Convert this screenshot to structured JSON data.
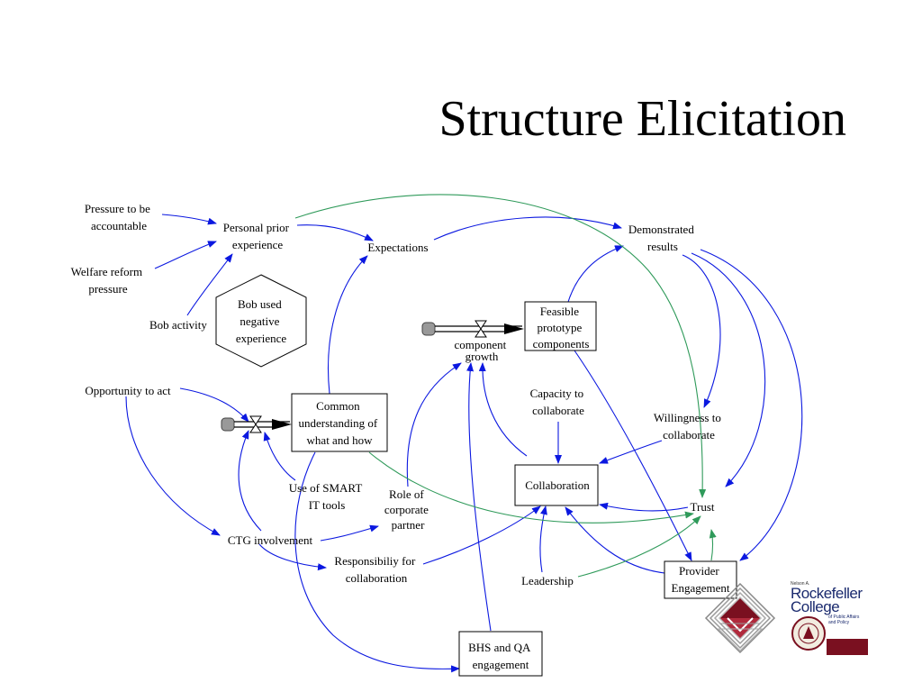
{
  "slide": {
    "title": "Structure Elicitation"
  },
  "nodes": {
    "pressure_accountable": [
      "Pressure to be",
      "accountable"
    ],
    "welfare_reform": [
      "Welfare reform",
      "pressure"
    ],
    "bob_activity": "Bob activity",
    "personal_prior": [
      "Personal prior",
      "experience"
    ],
    "bob_used": [
      "Bob used",
      "negative",
      "experience"
    ],
    "expectations": "Expectations",
    "demonstrated_results": [
      "Demonstrated",
      "results"
    ],
    "feasible_prototype": [
      "Feasible",
      "prototype",
      "components"
    ],
    "component_growth": [
      "component",
      "growth"
    ],
    "opportunity": "Opportunity to act",
    "common_understanding": [
      "Common",
      "understanding of",
      "what and how"
    ],
    "capacity": [
      "Capacity to",
      "collaborate"
    ],
    "willingness": [
      "Willingness to",
      "collaborate"
    ],
    "use_smart": [
      "Use of SMART",
      "IT tools"
    ],
    "role_partner": [
      "Role of",
      "corporate",
      "partner"
    ],
    "collaboration": "Collaboration",
    "trust": "Trust",
    "ctg": "CTG involvement",
    "responsibility": [
      "Responsibiliy for",
      "collaboration"
    ],
    "leadership": "Leadership",
    "provider": [
      "Provider",
      "Engagement"
    ],
    "bhs": [
      "BHS and QA",
      "engagement"
    ]
  },
  "logo": {
    "top": "Nelson A.",
    "name1": "Rockefeller",
    "name2": "College",
    "sub": [
      "of Public Affairs",
      "and Policy"
    ]
  },
  "colors": {
    "link": "#0b18e0",
    "trust_link": "#2f9a5a",
    "logo_maroon": "#7a1020"
  }
}
